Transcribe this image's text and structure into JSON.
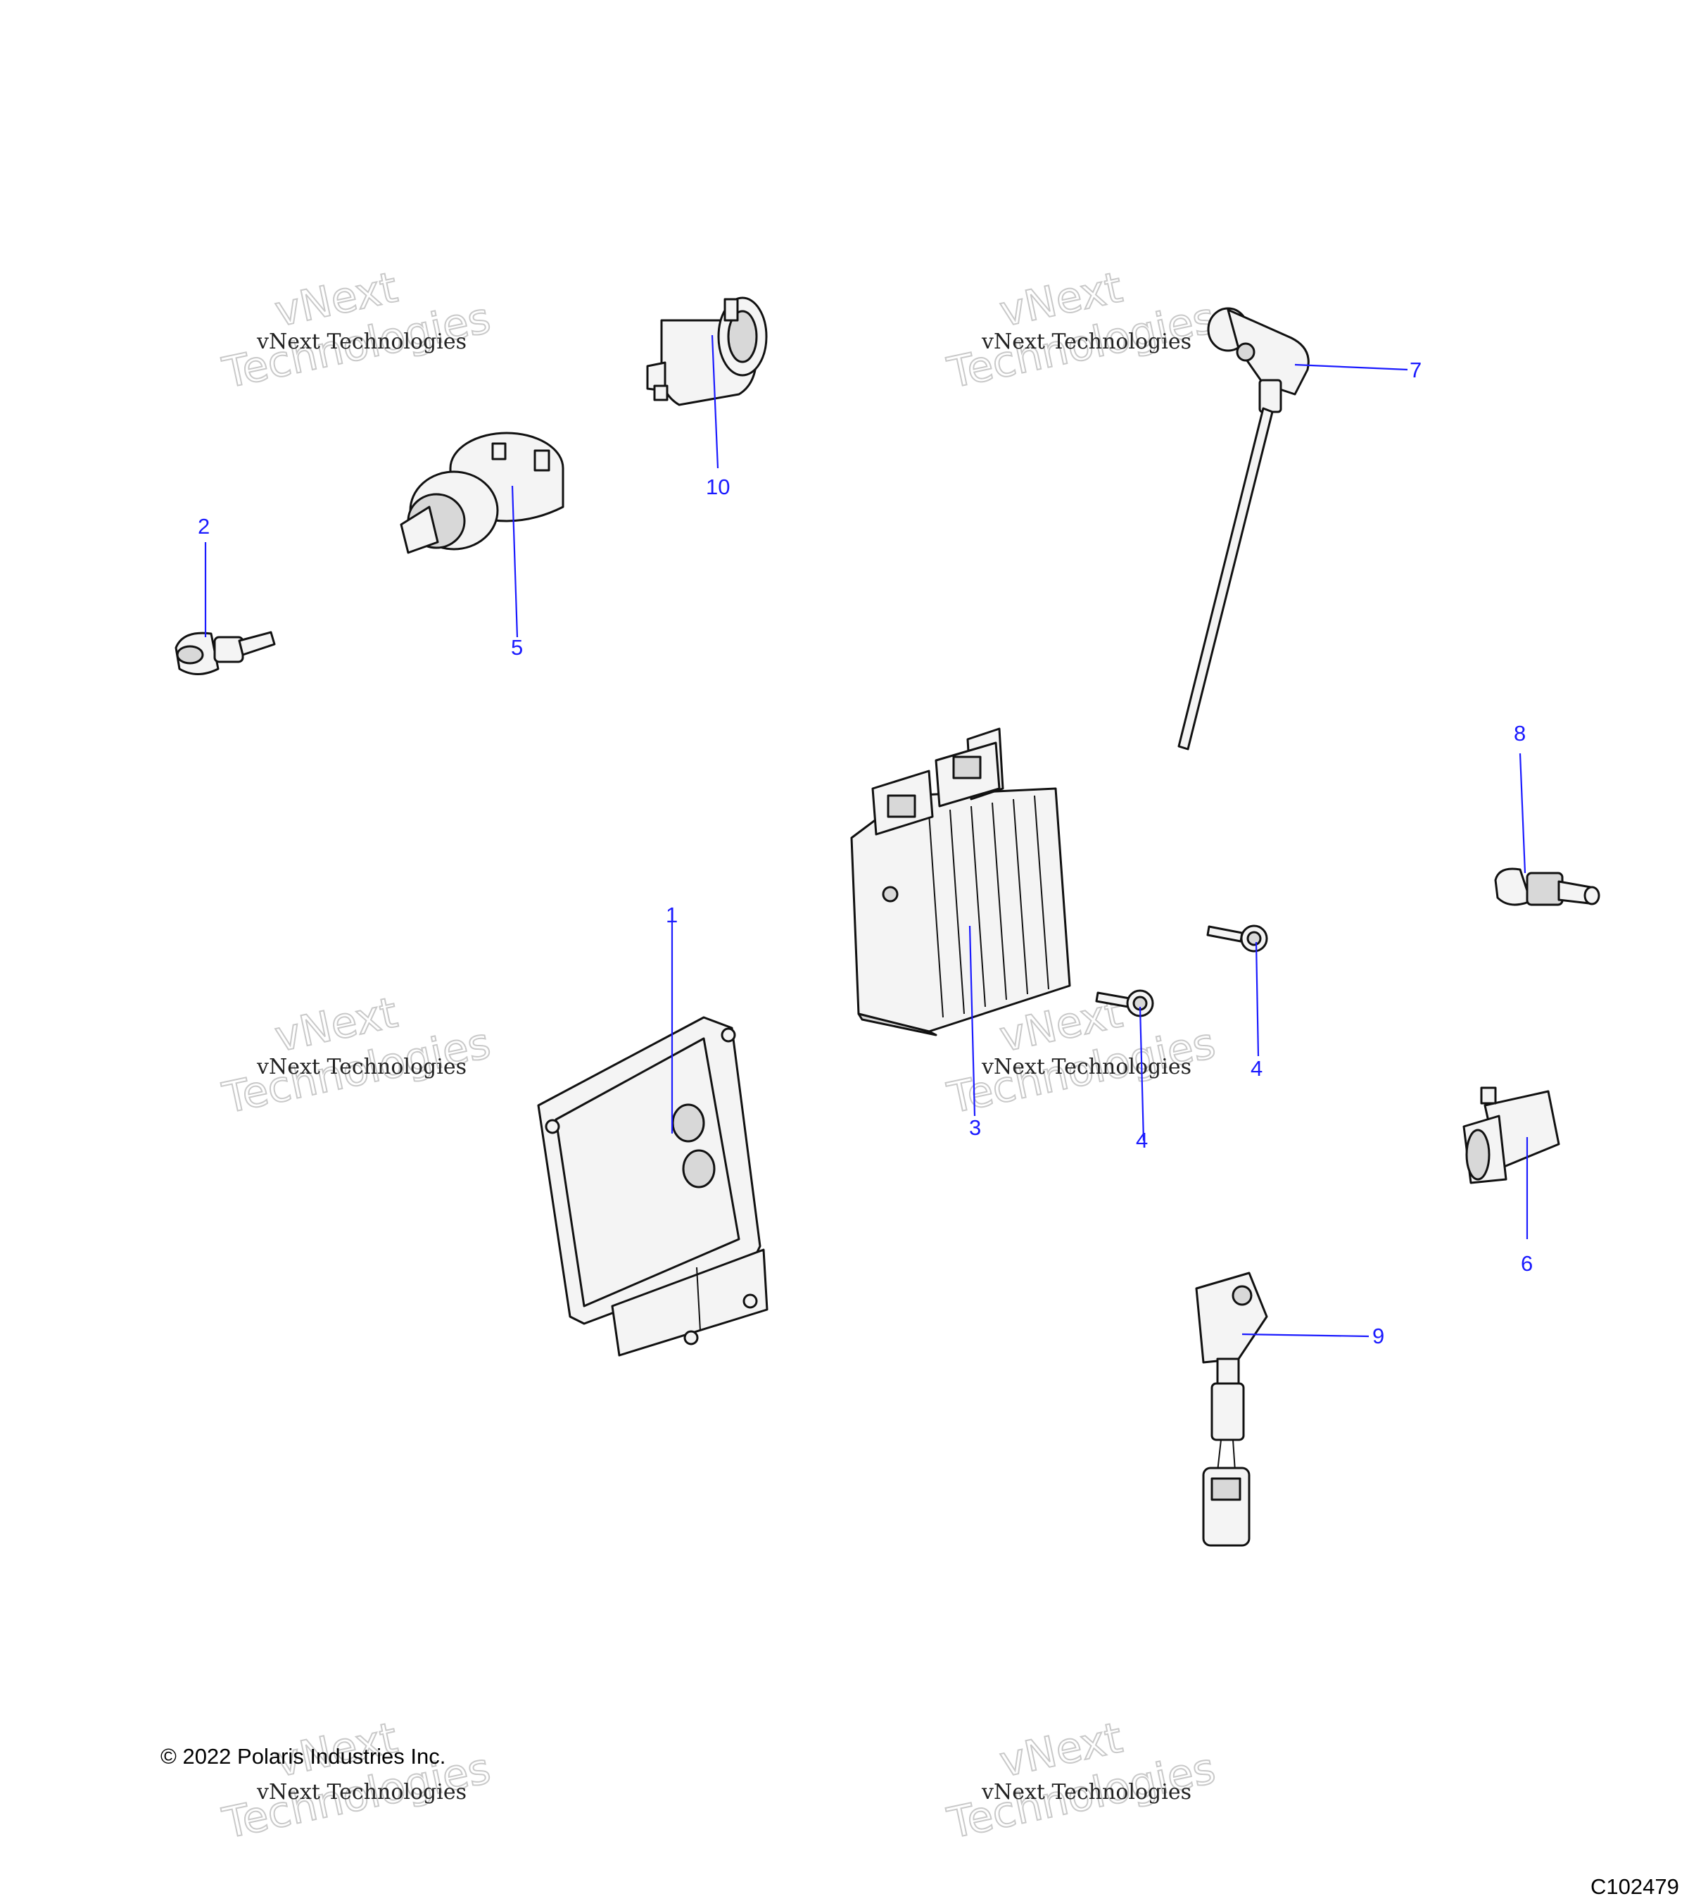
{
  "callouts": [
    "1",
    "2",
    "3",
    "4",
    "4",
    "5",
    "6",
    "7",
    "8",
    "9",
    "10"
  ],
  "watermark": {
    "line1": "vNext Technologies",
    "line2": "vNext",
    "line3": "Technologies"
  },
  "copyright": "© 2022 Polaris Industries Inc.",
  "figure_code": "C102479"
}
